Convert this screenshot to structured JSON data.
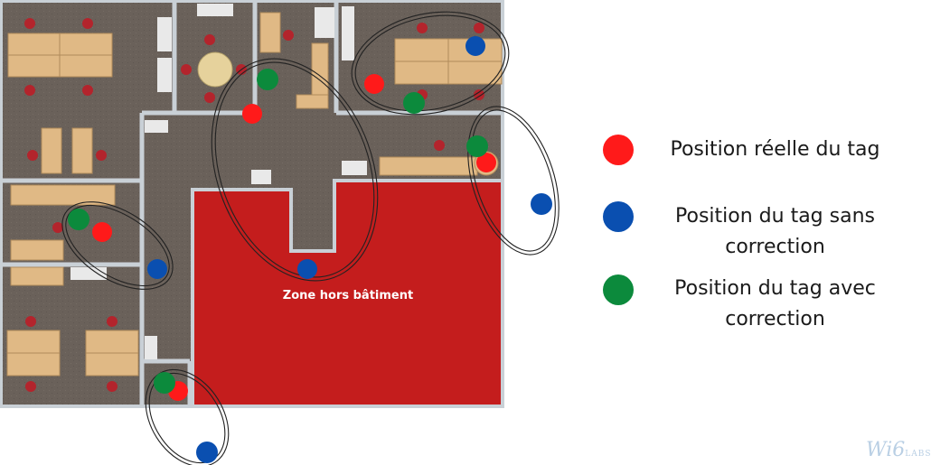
{
  "zone_label": "Zone hors bâtiment",
  "legend": {
    "real": "Position réelle du tag",
    "raw": "Position du tag sans correction",
    "raw_line2": "correction",
    "corrected": "Position du tag avec",
    "corrected_line2": "correction"
  },
  "colors": {
    "real": "#ff1a1a",
    "raw": "#0a4fb0",
    "corrected": "#0c8a3c",
    "zone": "#c41d1d",
    "floor": "#6b625a",
    "wall": "#c9d0d6",
    "desk": "#e0b985"
  },
  "logo": {
    "main": "Wi6",
    "sub": "LABS"
  }
}
